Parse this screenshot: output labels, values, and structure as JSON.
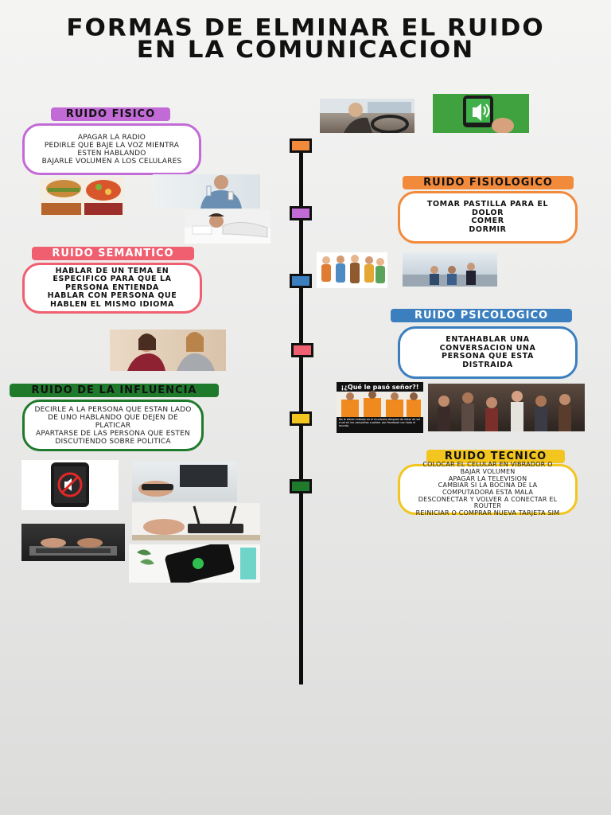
{
  "title": {
    "line1": "FORMAS DE ELMINAR EL RUIDO",
    "line2": "EN LA COMUNICACION"
  },
  "colors": {
    "fisico": "#c26bd6",
    "fisiologico": "#f28a3c",
    "semantico": "#ef5f70",
    "psicologico": "#3b7fbf",
    "influencia": "#1f7a2c",
    "tecnico": "#f2c61f",
    "timeline": "#0e0e0e"
  },
  "sections": {
    "fisico": {
      "label": "RUIDO FISICO",
      "lines": [
        "APAGAR LA RADIO",
        "PEDIRLE QUE BAJE LA VOZ MIENTRA",
        "ESTEN HABLANDO",
        "BAJARLE VOLUMEN A LOS CELULARES"
      ]
    },
    "fisiologico": {
      "label": "RUIDO FISIOLOGICO",
      "lines": [
        "TOMAR PASTILLA PARA  EL",
        "DOLOR",
        "COMER",
        "DORMIR"
      ]
    },
    "semantico": {
      "label": "RUIDO SEMANTICO",
      "lines": [
        "HABLAR DE UN TEMA EN",
        "ESPECIFICO PARA QUE LA",
        "PERSONA ENTIENDA",
        "HABLAR CON PERSONA QUE",
        "HABLEN EL MISMO IDIOMA"
      ]
    },
    "psicologico": {
      "label": "RUIDO PSICOLOGICO",
      "lines": [
        "ENTAHABLAR UNA",
        "CONVERSACION UNA",
        "PERSONA QUE ESTA",
        "DISTRAIDA"
      ]
    },
    "influencia": {
      "label": "RUIDO DE LA INFLUENCIA",
      "lines": [
        "DECIRLE A LA PERSONA QUE ESTAN LADO",
        "DE UNO HABLANDO QUE DEJEN DE",
        "PLATICAR",
        "APARTARSE DE LAS PERSONA QUE ESTEN",
        "DISCUTIENDO SOBRE POLITICA"
      ]
    },
    "tecnico": {
      "label": "RUIDO TECNICO",
      "lines": [
        "COLOCAR EL CELULAR EN VIBRADOR O",
        "BAJAR VOLUMEN",
        "APAGAR LA TELEVISION",
        "CAMBIAR SI LA BOCINA DE LA",
        "COMPUTADORA ESTA MALA",
        "DESCONECTAR Y VOLVER A CONECTAR EL",
        "ROUTER",
        "REINICIAR O COMPRAR NUEVA TARJETA SIM"
      ]
    }
  },
  "images": {
    "meme_caption": "¡¿Qué le pasó señor?!",
    "meme_subtext": "No le dieron trabajo en el municipio despues de estar de sol a sol en las campañas a pelear por Facebook con todo el mundo."
  }
}
